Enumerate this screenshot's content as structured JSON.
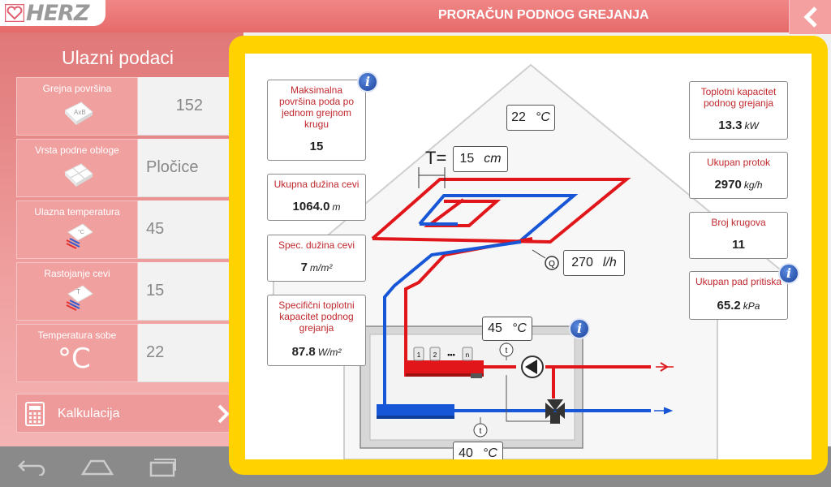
{
  "header": {
    "brand": "HERZ",
    "title": "PRORAČUN PODNOG GREJANJA"
  },
  "left_panel": {
    "title": "Ulazni podaci",
    "inputs": [
      {
        "label": "Grejna površina",
        "value": "152",
        "icon": "floor-area-icon"
      },
      {
        "label": "Vrsta podne obloge",
        "value": "Pločice",
        "icon": "floor-tiles-icon"
      },
      {
        "label": "Ulazna temperatura",
        "value": "45",
        "icon": "inlet-temperature-icon"
      },
      {
        "label": "Rastojanje cevi",
        "value": "15",
        "icon": "pipe-spacing-icon"
      },
      {
        "label": "Temperatura sobe",
        "value": "22",
        "icon": "room-temperature-icon",
        "icon_text": "°C"
      }
    ],
    "calc_button": {
      "label": "Kalkulacija"
    }
  },
  "diagram": {
    "left_boxes": [
      {
        "label": "Maksimalna površina poda po jednom grejnom krugu",
        "value": "15",
        "unit": ""
      },
      {
        "label": "Ukupna dužina cevi",
        "value": "1064.0",
        "unit": "m"
      },
      {
        "label": "Spec. dužina cevi",
        "value": "7",
        "unit": "m/m²"
      },
      {
        "label": "Specifični toplotni kapacitet podnog grejanja",
        "value": "87.8",
        "unit": "W/m²"
      }
    ],
    "right_boxes": [
      {
        "label": "Toplotni kapacitet podnog grejanja",
        "value": "13.3",
        "unit": "kW"
      },
      {
        "label": "Ukupan protok",
        "value": "2970",
        "unit": "kg/h"
      },
      {
        "label": "Broj krugova",
        "value": "11",
        "unit": ""
      },
      {
        "label": "Ukupan pad pritiska",
        "value": "65.2",
        "unit": "kPa"
      }
    ],
    "room_temp": {
      "value": "22",
      "unit": "°C"
    },
    "pipe_spacing": {
      "symbol": "T=",
      "value": "15",
      "unit": "cm"
    },
    "flow": {
      "symbol": "Q",
      "value": "270",
      "unit": "l/h"
    },
    "supply_temp": {
      "value": "45",
      "unit": "°C"
    },
    "return_temp": {
      "value": "40",
      "unit": "°C"
    },
    "thermometer_symbol": "t",
    "manifold_labels": [
      "1",
      "2",
      "•••",
      "n"
    ],
    "info_symbol": "i"
  },
  "colors": {
    "red": "#e0161b",
    "blue": "#1756d6",
    "frame": "#ffd200",
    "header": "#ec7676"
  }
}
